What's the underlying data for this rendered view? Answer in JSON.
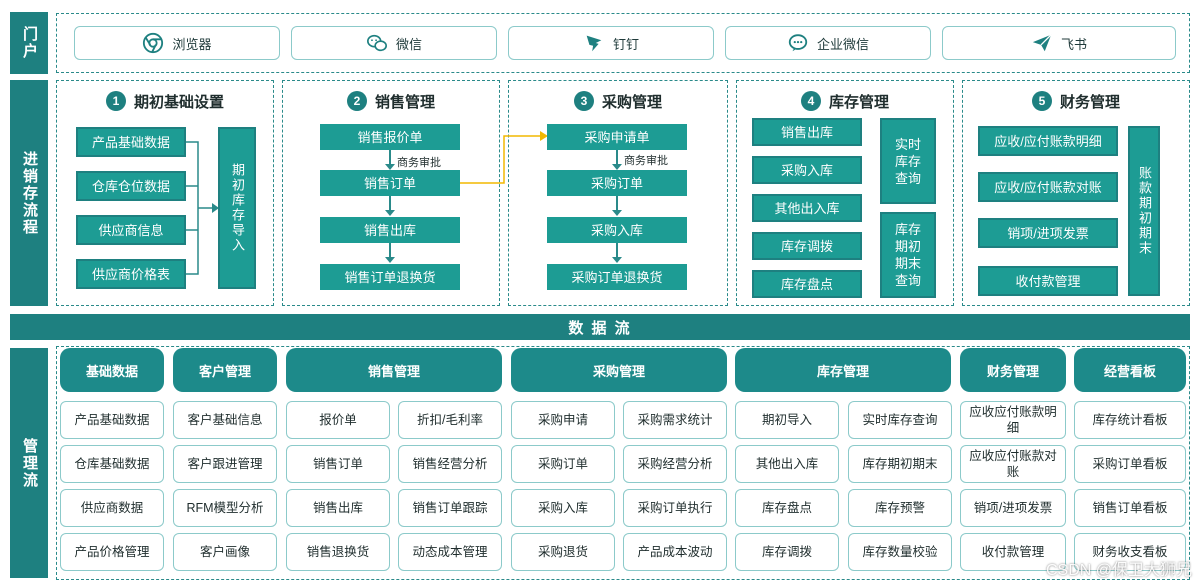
{
  "side_labels": {
    "portal": "门户",
    "process": "进销存流程",
    "management": "管理流"
  },
  "portal": [
    {
      "label": "浏览器",
      "icon": "chrome-icon"
    },
    {
      "label": "微信",
      "icon": "wechat-icon"
    },
    {
      "label": "钉钉",
      "icon": "dingtalk-icon"
    },
    {
      "label": "企业微信",
      "icon": "wecom-icon"
    },
    {
      "label": "飞书",
      "icon": "feishu-icon"
    }
  ],
  "sections": [
    {
      "num": "1",
      "title": "期初基础设置",
      "items": [
        "产品基础数据",
        "仓库仓位数据",
        "供应商信息",
        "供应商价格表"
      ],
      "side": "期初库存导入"
    },
    {
      "num": "2",
      "title": "销售管理",
      "items": [
        "销售报价单",
        "销售订单",
        "销售出库",
        "销售订单退换货"
      ],
      "approve": "商务审批"
    },
    {
      "num": "3",
      "title": "采购管理",
      "items": [
        "采购申请单",
        "采购订单",
        "采购入库",
        "采购订单退换货"
      ],
      "approve": "商务审批"
    },
    {
      "num": "4",
      "title": "库存管理",
      "items": [
        "销售出库",
        "采购入库",
        "其他出入库",
        "库存调拨",
        "库存盘点"
      ],
      "side1": "实时库存查询",
      "side2": "库存期初期末查询"
    },
    {
      "num": "5",
      "title": "财务管理",
      "items": [
        "应收/应付账款明细",
        "应收/应付账款对账",
        "销项/进项发票",
        "收付款管理"
      ],
      "side": "账款期初期末"
    }
  ],
  "dataflow": "数 据 流",
  "management": {
    "headers": [
      "基础数据",
      "客户管理",
      "销售管理",
      "采购管理",
      "库存管理",
      "财务管理",
      "经营看板"
    ],
    "columns": [
      [
        "产品基础数据",
        "仓库基础数据",
        "供应商数据",
        "产品价格管理"
      ],
      [
        "客户基础信息",
        "客户跟进管理",
        "RFM模型分析",
        "客户画像"
      ],
      [
        "报价单",
        "销售订单",
        "销售出库",
        "销售退换货"
      ],
      [
        "折扣/毛利率",
        "销售经营分析",
        "销售订单跟踪",
        "动态成本管理"
      ],
      [
        "采购申请",
        "采购订单",
        "采购入库",
        "采购退货"
      ],
      [
        "采购需求统计",
        "采购经营分析",
        "采购订单执行",
        "产品成本波动"
      ],
      [
        "期初导入",
        "其他出入库",
        "库存盘点",
        "库存调拨"
      ],
      [
        "实时库存查询",
        "库存期初期末",
        "库存预警",
        "库存数量校验"
      ],
      [
        "应收应付账款明细",
        "应收应付账款对账",
        "销项/进项发票",
        "收付款管理"
      ],
      [
        "库存统计看板",
        "采购订单看板",
        "销售订单看板",
        "财务收支看板"
      ]
    ]
  },
  "watermark": "CSDN @保卫大狮兄",
  "colors": {
    "primary": "#1e8080",
    "box": "#1d9c94",
    "border": "#8ccaca",
    "arrow_highlight": "#f2b800"
  }
}
